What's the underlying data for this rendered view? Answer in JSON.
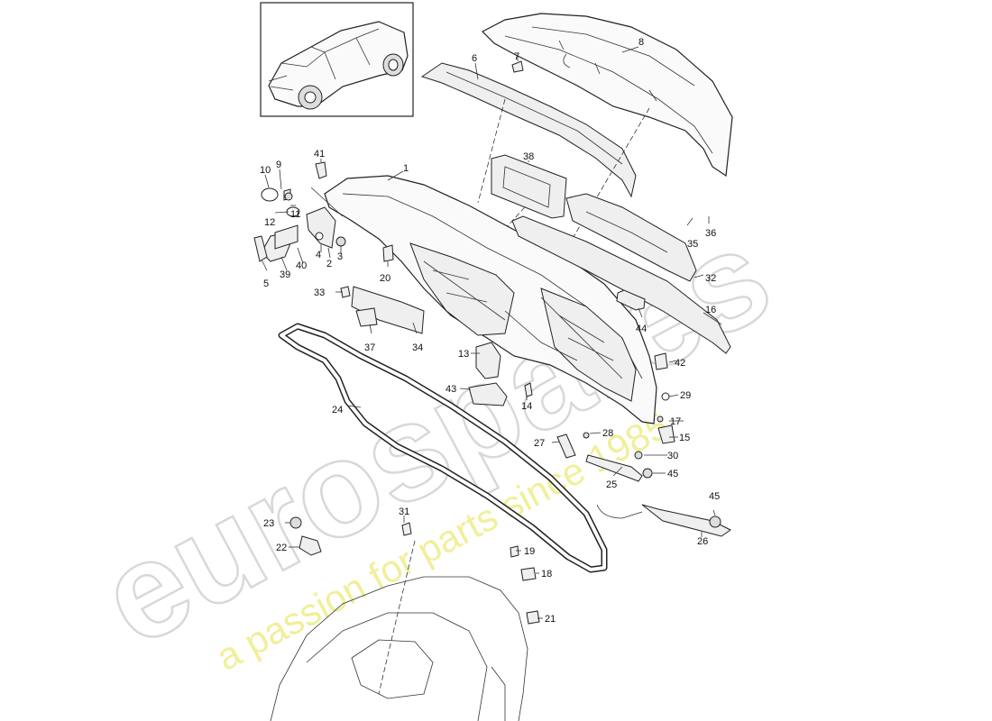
{
  "watermark": {
    "brand": "eurospares",
    "tagline": "a passion for parts since 1985"
  },
  "callouts": [
    {
      "id": "1",
      "label": "1"
    },
    {
      "id": "2",
      "label": "2"
    },
    {
      "id": "3",
      "label": "3"
    },
    {
      "id": "4",
      "label": "4"
    },
    {
      "id": "5",
      "label": "5"
    },
    {
      "id": "6",
      "label": "6"
    },
    {
      "id": "7",
      "label": "7"
    },
    {
      "id": "8",
      "label": "8"
    },
    {
      "id": "9",
      "label": "9"
    },
    {
      "id": "10",
      "label": "10"
    },
    {
      "id": "11",
      "label": "11"
    },
    {
      "id": "12",
      "label": "12"
    },
    {
      "id": "13",
      "label": "13"
    },
    {
      "id": "14",
      "label": "14"
    },
    {
      "id": "15",
      "label": "15"
    },
    {
      "id": "16",
      "label": "16"
    },
    {
      "id": "17",
      "label": "17"
    },
    {
      "id": "18",
      "label": "18"
    },
    {
      "id": "19",
      "label": "19"
    },
    {
      "id": "20",
      "label": "20"
    },
    {
      "id": "21",
      "label": "21"
    },
    {
      "id": "22",
      "label": "22"
    },
    {
      "id": "23",
      "label": "23"
    },
    {
      "id": "24",
      "label": "24"
    },
    {
      "id": "25",
      "label": "25"
    },
    {
      "id": "26",
      "label": "26"
    },
    {
      "id": "27",
      "label": "27"
    },
    {
      "id": "28",
      "label": "28"
    },
    {
      "id": "29",
      "label": "29"
    },
    {
      "id": "30",
      "label": "30"
    },
    {
      "id": "31",
      "label": "31"
    },
    {
      "id": "32",
      "label": "32"
    },
    {
      "id": "33",
      "label": "33"
    },
    {
      "id": "34",
      "label": "34"
    },
    {
      "id": "35",
      "label": "35"
    },
    {
      "id": "36",
      "label": "36"
    },
    {
      "id": "37",
      "label": "37"
    },
    {
      "id": "38",
      "label": "38"
    },
    {
      "id": "39",
      "label": "39"
    },
    {
      "id": "40",
      "label": "40"
    },
    {
      "id": "41",
      "label": "41"
    },
    {
      "id": "42",
      "label": "42"
    },
    {
      "id": "43",
      "label": "43"
    },
    {
      "id": "44",
      "label": "44"
    },
    {
      "id": "45a",
      "label": "45"
    },
    {
      "id": "45b",
      "label": "45"
    }
  ]
}
